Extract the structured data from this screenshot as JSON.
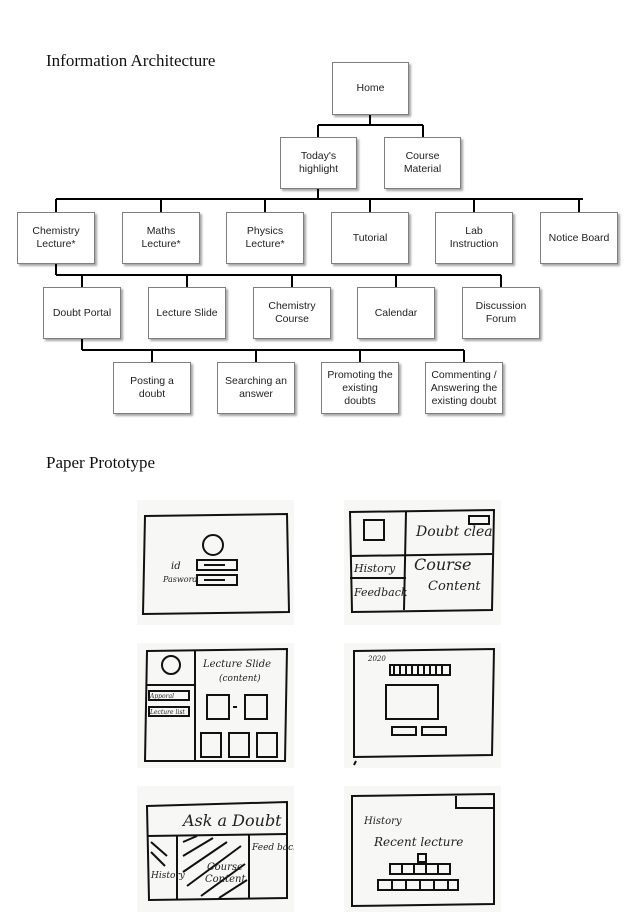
{
  "headings": {
    "info_architecture": "Information Architecture",
    "paper_prototype": "Paper Prototype"
  },
  "tree": {
    "root": "Home",
    "level2": [
      "Today's\nhighlight",
      "Course\nMaterial"
    ],
    "level3": [
      "Chemistry\nLecture*",
      "Maths\nLecture*",
      "Physics\nLecture*",
      "Tutorial",
      "Lab Instruction",
      "Notice Board"
    ],
    "level4": [
      "Doubt Portal",
      "Lecture Slide",
      "Chemistry\nCourse",
      "Calendar",
      "Discussion\nForum"
    ],
    "level5": [
      "Posting a\ndoubt",
      "Searching an\nanswer",
      "Promoting the\nexisting\ndoubts",
      "Commenting /\nAnswering the\nexisting doubt"
    ]
  },
  "sketches": {
    "login": {
      "id": "id",
      "password": "Pasword"
    },
    "home": {
      "doubt": "Doubt clea",
      "history": "History",
      "feedback": "Feedback",
      "course": "Course",
      "content": "Content"
    },
    "lecture": {
      "title": "Lecture Slide",
      "subtitle": "(content)",
      "profile": "Profile",
      "side1": "Apporal",
      "side2": "Lecture list"
    },
    "calendar": {
      "year": "2020"
    },
    "ask": {
      "title": "Ask a Doubt",
      "feedback": "Feed back",
      "course": "Course",
      "content": "Content",
      "history": "History"
    },
    "recent": {
      "history": "History",
      "recent": "Recent lecture"
    }
  }
}
